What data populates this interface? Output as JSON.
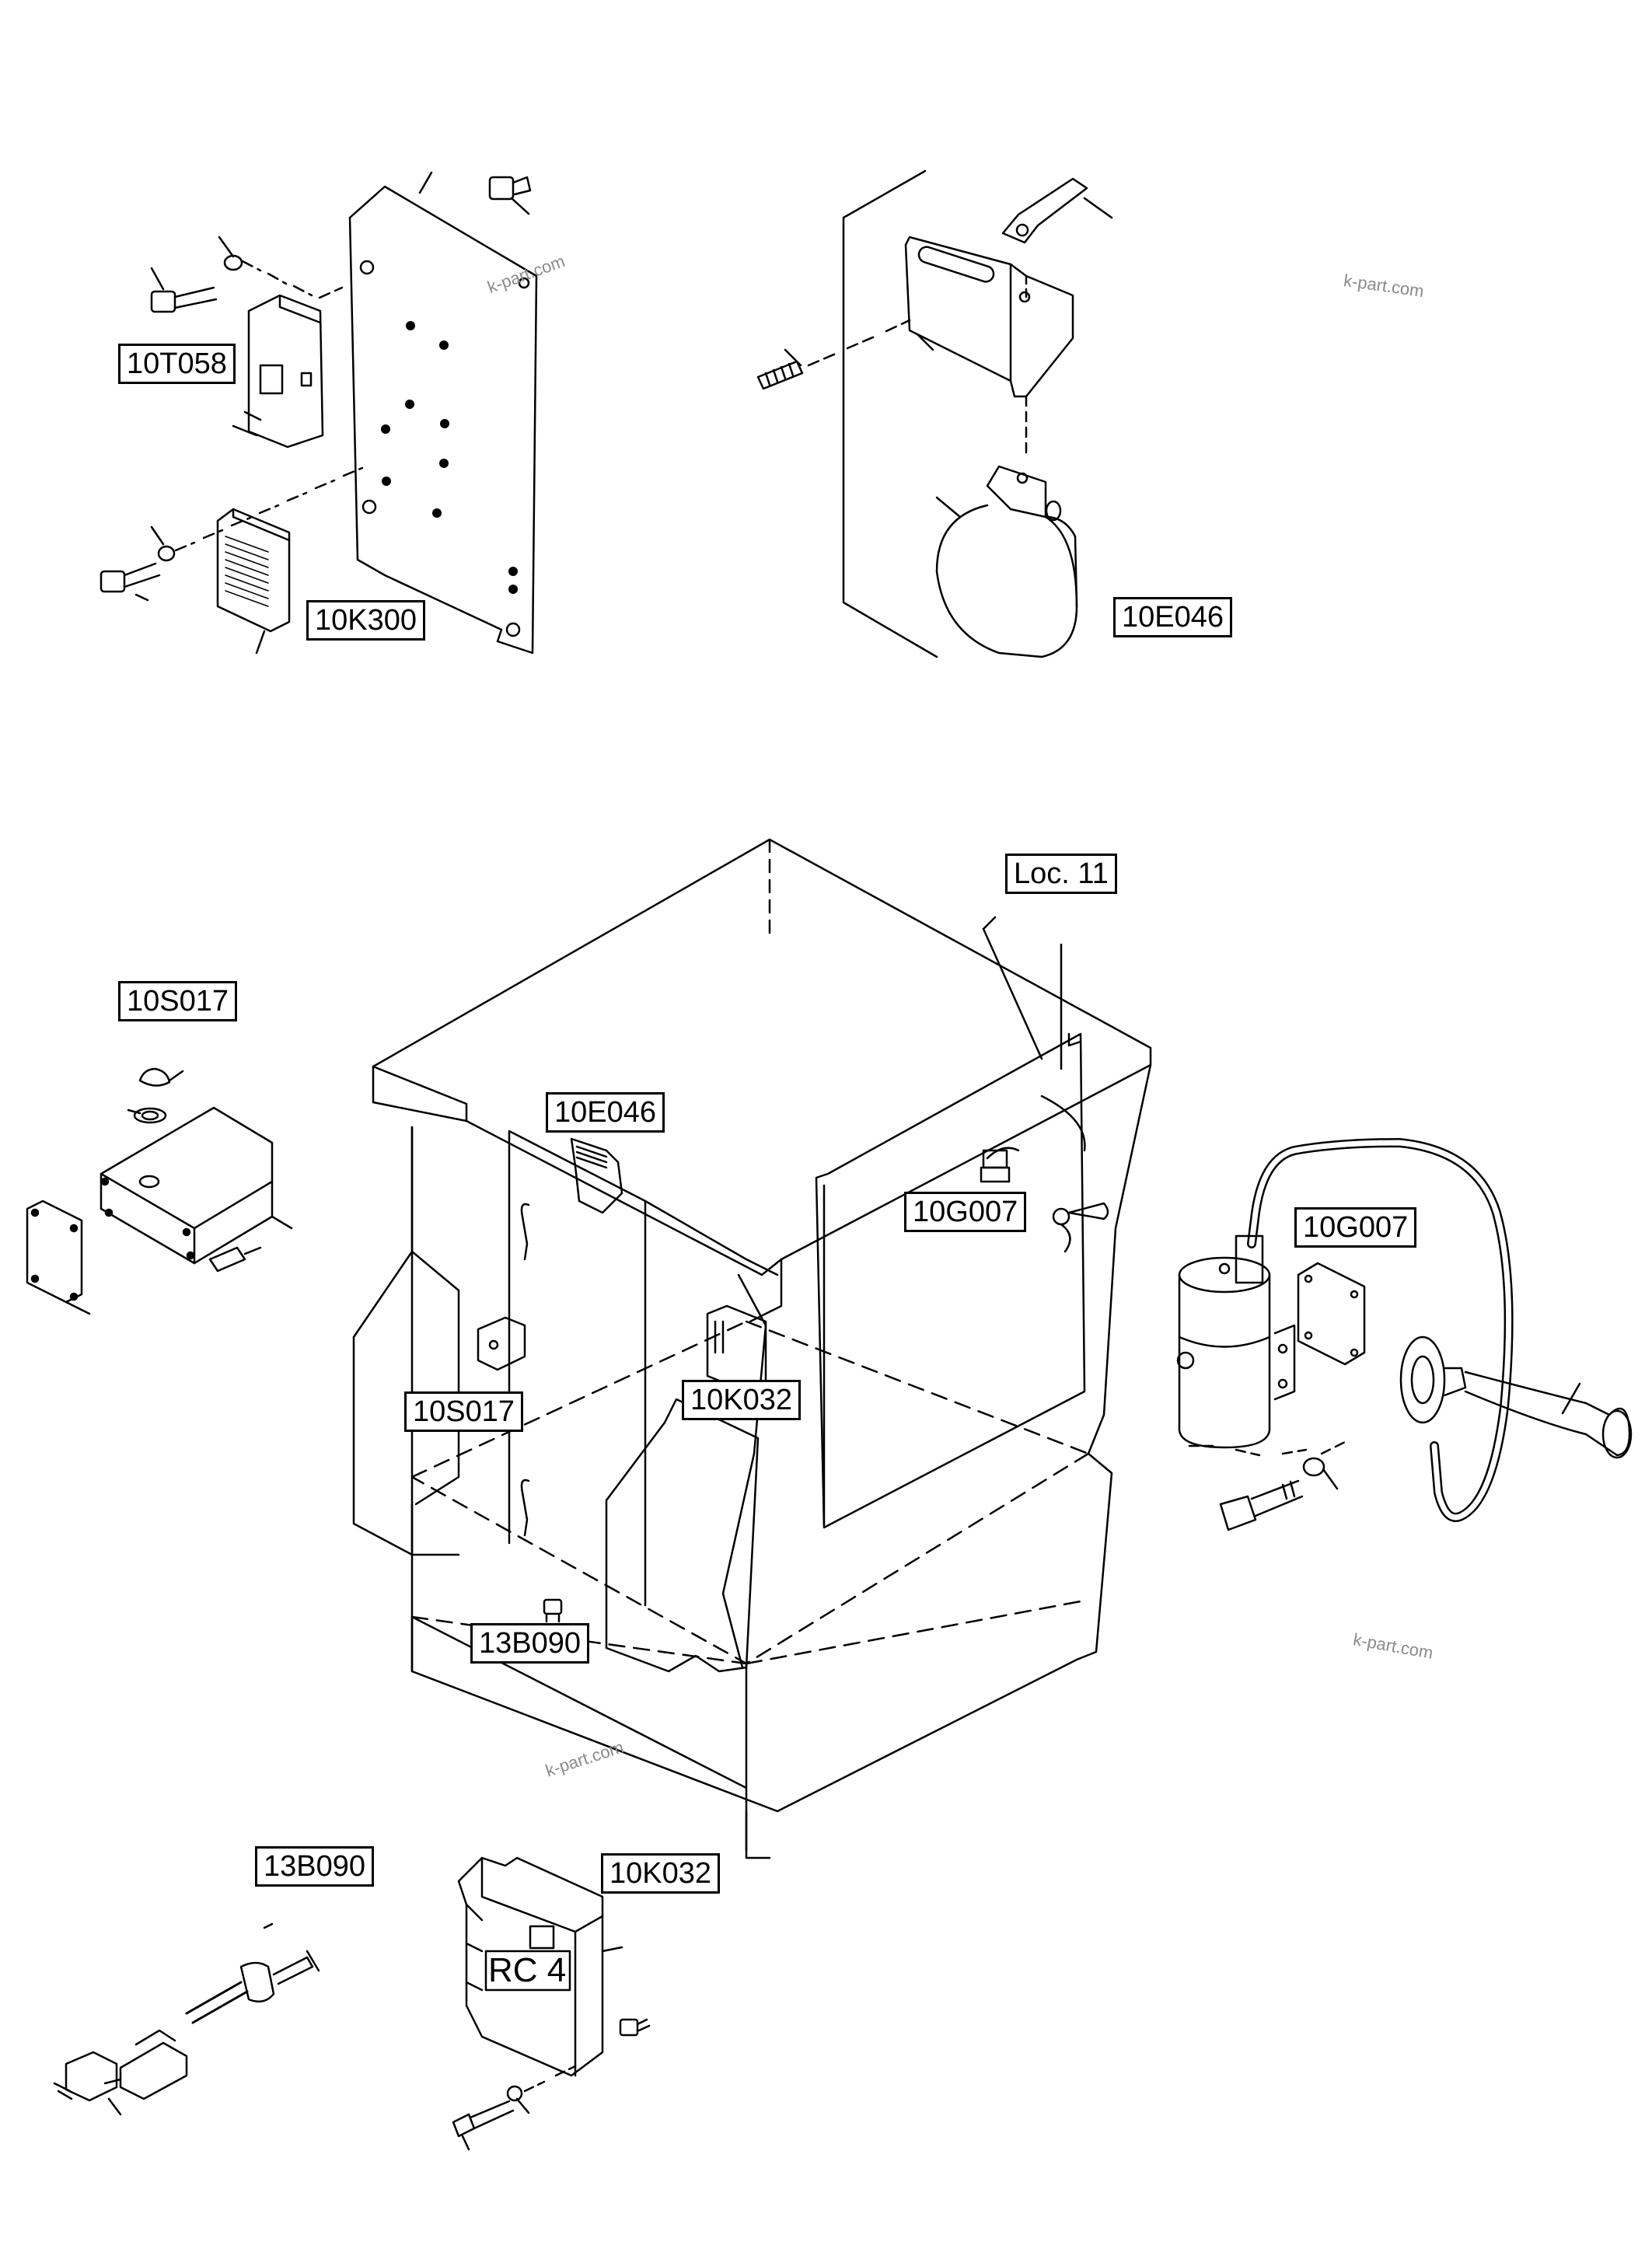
{
  "labels": {
    "t058": "10T058",
    "k300": "10K300",
    "e046_top": "10E046",
    "loc11": "Loc. 11",
    "s017_left": "10S017",
    "e046_mid": "10E046",
    "g007_mid": "10G007",
    "g007_right": "10G007",
    "s017_mid": "10S017",
    "k032_mid": "10K032",
    "b090_mid": "13B090",
    "b090_bottom": "13B090",
    "k032_bottom": "10K032"
  },
  "module_marking": "RC 4",
  "watermarks": [
    "k-part.com",
    "k-part.com",
    "k-part.com",
    "k-part.com"
  ]
}
